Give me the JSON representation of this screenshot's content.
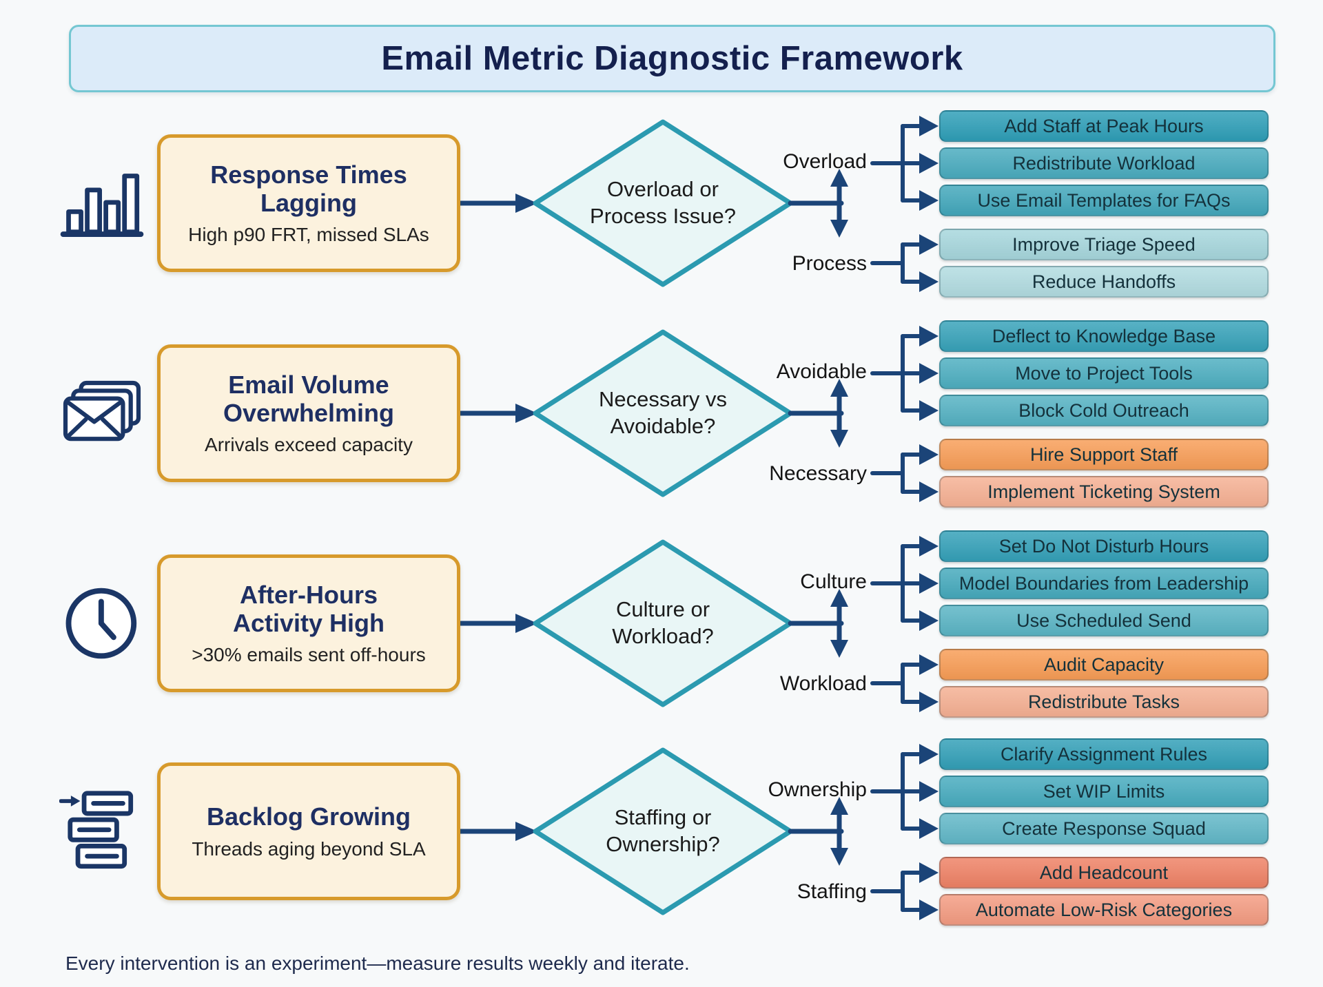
{
  "title": "Email Metric Diagnostic Framework",
  "footer": "Every intervention is an experiment—measure results weekly and iterate.",
  "colors": {
    "background": "#f7f9fa",
    "banner_fill": "#dcebf9",
    "banner_border": "#74c7d2",
    "problem_fill": "#fcf2de",
    "problem_border": "#d79a2b",
    "diamond_fill": "#e9f6f6",
    "diamond_border": "#2b9ab0",
    "connector_navy": "#1b4478",
    "icon_navy": "#1b3666",
    "title_navy": "#14204e"
  },
  "rows": [
    {
      "icon": "bar-chart-icon",
      "problem": {
        "title": "Response Times\nLagging",
        "subtitle": "High p90 FRT, missed SLAs"
      },
      "decision": "Overload or\nProcess Issue?",
      "branches": [
        {
          "label": "Overload",
          "actions": [
            {
              "label": "Add Staff at Peak Hours",
              "bg": "#2f9fb8"
            },
            {
              "label": "Redistribute Workload",
              "bg": "#4aacbf"
            },
            {
              "label": "Use Email Templates for FAQs",
              "bg": "#43a8bc"
            }
          ]
        },
        {
          "label": "Process",
          "actions": [
            {
              "label": "Improve Triage Speed",
              "bg": "#a7d7dd"
            },
            {
              "label": "Reduce Handoffs",
              "bg": "#b2dce1"
            }
          ]
        }
      ]
    },
    {
      "icon": "envelopes-icon",
      "problem": {
        "title": "Email Volume\nOverwhelming",
        "subtitle": "Arrivals exceed capacity"
      },
      "decision": "Necessary vs\nAvoidable?",
      "branches": [
        {
          "label": "Avoidable",
          "actions": [
            {
              "label": "Deflect to Knowledge Base",
              "bg": "#38a3ba"
            },
            {
              "label": "Move to Project Tools",
              "bg": "#4eafc1"
            },
            {
              "label": "Block Cold Outreach",
              "bg": "#55b2c3"
            }
          ]
        },
        {
          "label": "Necessary",
          "actions": [
            {
              "label": "Hire Support Staff",
              "bg": "#f89e58"
            },
            {
              "label": "Implement Ticketing System",
              "bg": "#f6b194"
            }
          ]
        }
      ]
    },
    {
      "icon": "clock-icon",
      "problem": {
        "title": "After-Hours\nActivity High",
        "subtitle": ">30% emails sent off-hours"
      },
      "decision": "Culture or\nWorkload?",
      "branches": [
        {
          "label": "Culture",
          "actions": [
            {
              "label": "Set Do Not Disturb Hours",
              "bg": "#35a1b9"
            },
            {
              "label": "Model Boundaries from Leadership",
              "bg": "#46aabd"
            },
            {
              "label": "Use Scheduled Send",
              "bg": "#5bb5c5"
            }
          ]
        },
        {
          "label": "Workload",
          "actions": [
            {
              "label": "Audit Capacity",
              "bg": "#f89d56"
            },
            {
              "label": "Redistribute Tasks",
              "bg": "#f5b093"
            }
          ]
        }
      ]
    },
    {
      "icon": "backlog-stack-icon",
      "problem": {
        "title": "Backlog Growing",
        "subtitle": "Threads aging beyond SLA"
      },
      "decision": "Staffing or\nOwnership?",
      "branches": [
        {
          "label": "Ownership",
          "actions": [
            {
              "label": "Clarify Assignment Rules",
              "bg": "#33a0b8"
            },
            {
              "label": "Set WIP Limits",
              "bg": "#48acbf"
            },
            {
              "label": "Create Response Squad",
              "bg": "#62b8c8"
            }
          ]
        },
        {
          "label": "Staffing",
          "actions": [
            {
              "label": "Add Headcount",
              "bg": "#ef8266"
            },
            {
              "label": "Automate Low-Risk Categories",
              "bg": "#f49c82"
            }
          ]
        }
      ]
    }
  ]
}
